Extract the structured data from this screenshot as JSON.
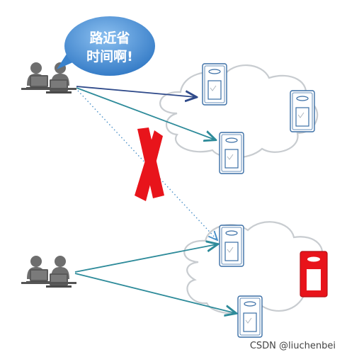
{
  "speech_bubble": {
    "line1": "路近省",
    "line2": "时间啊!"
  },
  "watermark": "CSDN @liuchenbei",
  "colors": {
    "arrow_dark_blue": "#2f4a8a",
    "arrow_teal": "#2e8b9a",
    "dotted_line": "#4a90c8",
    "server_outline": "#3a6ea5",
    "cloud_outline": "#c8ccd0",
    "red_x": "#e8141b",
    "red_server": "#e8141b",
    "people": "#6e6e6e",
    "bubble": "#4f93d6"
  }
}
